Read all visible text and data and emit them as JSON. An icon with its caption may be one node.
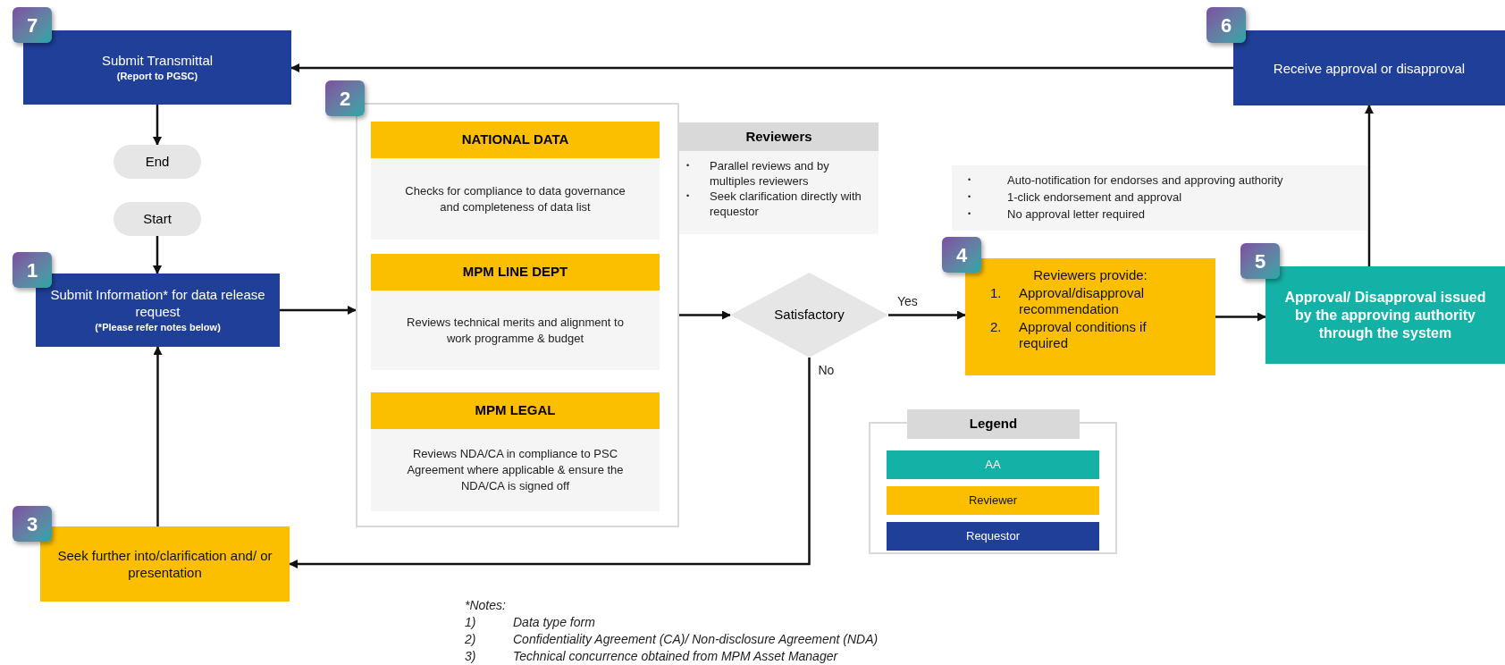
{
  "diagram": {
    "nodes": [
      {
        "text": [
          "Submit Transmittal",
          "(Report to PGSC)"
        ],
        "beside": [
          "7"
        ]
      },
      {
        "text": [
          "End"
        ]
      },
      {
        "text": [
          "Start"
        ]
      },
      {
        "text": [],
        "shape": "box",
        "beside": [
          "2"
        ]
      },
      {
        "text": [
          "NATIONAL DATA",
          "Checks for compliance to data governance and completeness of data list"
        ],
        "in": 3
      },
      {
        "text": [
          "MPM LINE DEPT",
          "Reviews technical merits and alignment to work programme & budget"
        ],
        "in": 3
      },
      {
        "text": [
          "MPM LEGAL",
          "Reviews NDA/CA in compliance to PSC Agreement where applicable & ensure the NDA/CA is signed off"
        ],
        "in": 3
      },
      {
        "text": [
          "Reviewers",
          "•",
          "Parallel reviews and by multiples reviewers",
          "•",
          "Seek clarification directly with requestor"
        ]
      },
      {
        "text": [
          "Receive approval or disapproval"
        ],
        "beside": [
          "6"
        ]
      },
      {
        "text": [
          "•",
          "Auto-notification for endorses and approving authority",
          "•",
          "1-click endorsement and approval",
          "•",
          "No approval letter required"
        ]
      },
      {
        "text": [
          "Submit Information* for data release request",
          "(*Please refer notes below)"
        ],
        "beside": [
          "1"
        ]
      },
      {
        "text": [
          "Satisfactory"
        ]
      },
      {
        "text": [
          "Reviewers provide:",
          "1.",
          "Approval/disapproval recommendation",
          "2.",
          "Approval conditions if required"
        ],
        "beside": [
          "4"
        ]
      },
      {
        "text": [
          "Approval/ Disapproval issued by the approving authority through the system"
        ],
        "beside": [
          "5"
        ]
      },
      {
        "text": [
          "Seek further into/clarification and/ or presentation"
        ],
        "beside": [
          "3"
        ]
      }
    ],
    "edges": [
      {
        "from": 0,
        "to": 1,
        "arrow": "to"
      },
      {
        "from": 2,
        "to": 10,
        "arrow": "to"
      },
      {
        "from": 10,
        "to": 3,
        "arrow": "to"
      },
      {
        "from": 3,
        "to": 11,
        "arrow": "to"
      },
      {
        "from": 11,
        "to": 12,
        "arrow": "to",
        "label": "Yes"
      },
      {
        "from": 12,
        "to": 13,
        "arrow": "to"
      },
      {
        "from": 13,
        "to": 8,
        "arrow": "to"
      },
      {
        "from": 8,
        "to": 0,
        "arrow": "to"
      },
      {
        "from": 11,
        "to": 14,
        "arrow": "to",
        "label": "No"
      },
      {
        "from": 14,
        "to": 10,
        "arrow": "to"
      }
    ],
    "labels": [
      "Legend",
      "*Notes:",
      "1)",
      "Data type form",
      "2)",
      "Confidentiality Agreement (CA)/ Non-disclosure Agreement (NDA)",
      "3)",
      "Technical concurrence obtained from MPM Asset Manager"
    ],
    "legend": [
      {
        "text": "AA",
        "color": "#14b1a7"
      },
      {
        "text": "Reviewer",
        "color": "#fcbf00"
      },
      {
        "text": "Requestor",
        "color": "#1f3f99"
      }
    ]
  }
}
